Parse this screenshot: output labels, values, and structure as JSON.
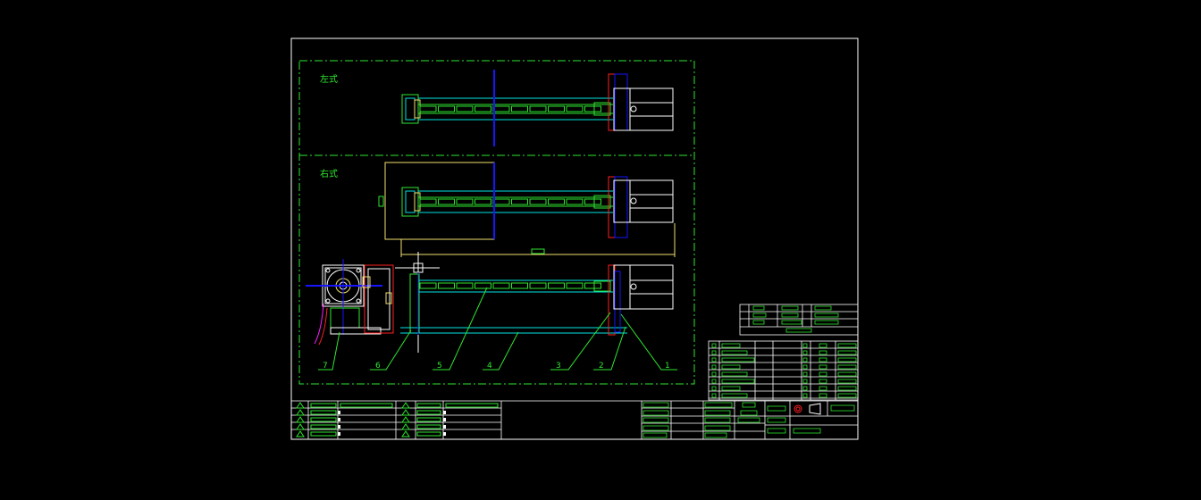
{
  "drawing": {
    "views": [
      {
        "id": "left",
        "label": "左式"
      },
      {
        "id": "right",
        "label": "右式"
      }
    ],
    "callouts": [
      "1",
      "2",
      "3",
      "4",
      "5",
      "6",
      "7"
    ]
  },
  "colors": {
    "background": "#000000",
    "frame": "#ffffff",
    "green": "#2ee62e",
    "cyan": "#00e5e5",
    "blue": "#1515ff",
    "red": "#ff2020",
    "yellow": "#f2e070",
    "magenta": "#ff20ff"
  }
}
